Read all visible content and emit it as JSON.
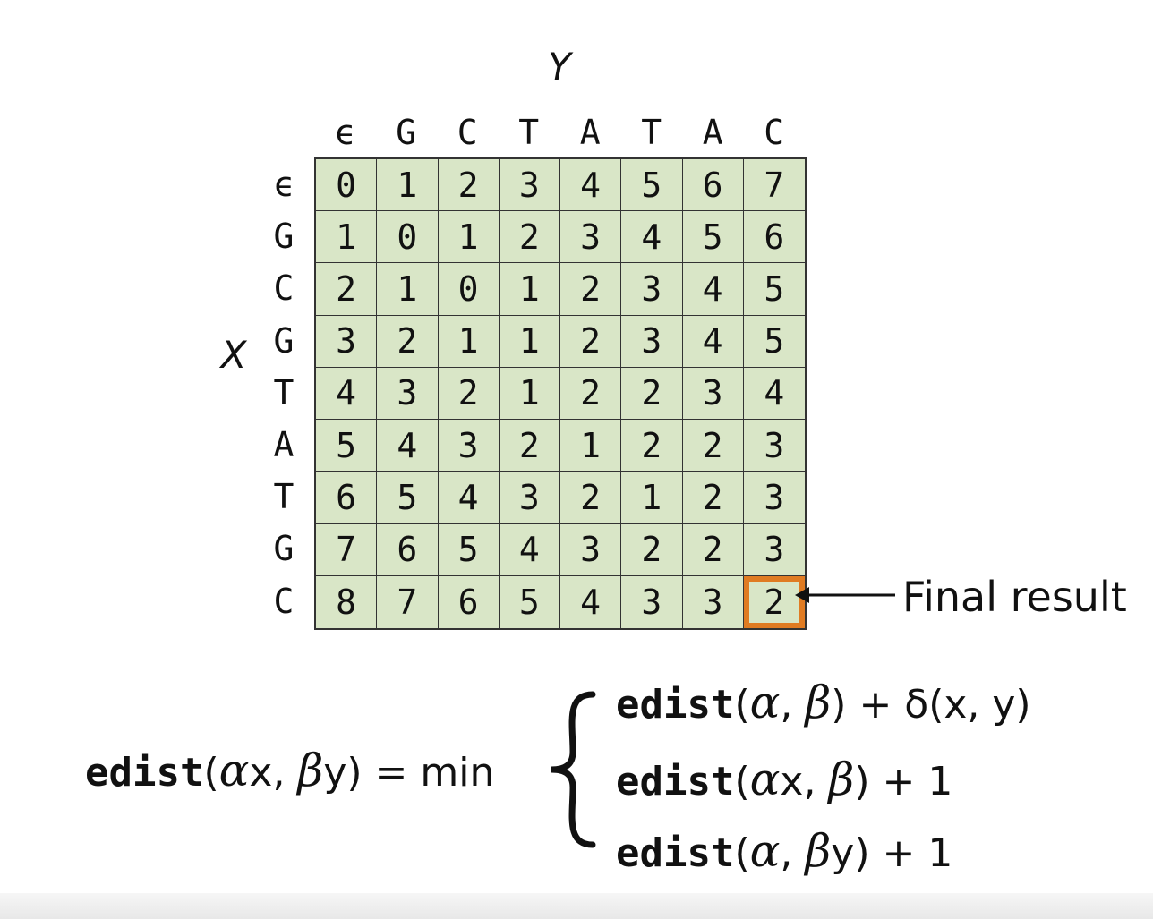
{
  "axis_labels": {
    "y": "Y",
    "x": "X"
  },
  "columns": [
    "ϵ",
    "G",
    "C",
    "T",
    "A",
    "T",
    "A",
    "C"
  ],
  "rows": [
    "ϵ",
    "G",
    "C",
    "G",
    "T",
    "A",
    "T",
    "G",
    "C"
  ],
  "matrix": [
    [
      "0",
      "1",
      "2",
      "3",
      "4",
      "5",
      "6",
      "7"
    ],
    [
      "1",
      "0",
      "1",
      "2",
      "3",
      "4",
      "5",
      "6"
    ],
    [
      "2",
      "1",
      "0",
      "1",
      "2",
      "3",
      "4",
      "5"
    ],
    [
      "3",
      "2",
      "1",
      "1",
      "2",
      "3",
      "4",
      "5"
    ],
    [
      "4",
      "3",
      "2",
      "1",
      "2",
      "2",
      "3",
      "4"
    ],
    [
      "5",
      "4",
      "3",
      "2",
      "1",
      "2",
      "2",
      "3"
    ],
    [
      "6",
      "5",
      "4",
      "3",
      "2",
      "1",
      "2",
      "3"
    ],
    [
      "7",
      "6",
      "5",
      "4",
      "3",
      "2",
      "2",
      "3"
    ],
    [
      "8",
      "7",
      "6",
      "5",
      "4",
      "3",
      "3",
      "2"
    ]
  ],
  "final_cell": {
    "row": 8,
    "col": 7
  },
  "annotation": {
    "label": "Final result",
    "highlight_color": "#e07b22"
  },
  "cell_color": "#d9e6c7",
  "formula": {
    "lhs": {
      "fn": "edist",
      "open": "(",
      "alpha": "α",
      "x": "x",
      "sep": ", ",
      "beta": "β",
      "y": "y",
      "close": ")",
      "equals": " = min"
    },
    "case1": {
      "fn": "edist",
      "open": "(",
      "alpha": "α",
      "sep": ", ",
      "beta": "β",
      "close": ")",
      "rest": " + δ(x, y)"
    },
    "case2": {
      "fn": "edist",
      "open": "(",
      "alpha": "α",
      "x": "x",
      "sep": ", ",
      "beta": "β",
      "close": ")",
      "rest": " + 1"
    },
    "case3": {
      "fn": "edist",
      "open": "(",
      "alpha": "α",
      "sep": ", ",
      "beta": "β",
      "y": "y",
      "close": ")",
      "rest": " + 1"
    }
  }
}
